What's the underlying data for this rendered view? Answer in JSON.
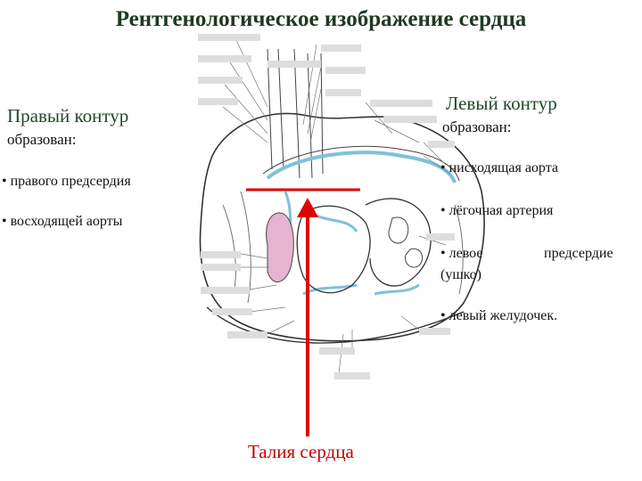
{
  "title": "Рентгенологическое изображение сердца",
  "right_contour": {
    "heading": "Правый контур",
    "subheading": "образован:",
    "items": [
      "• правого предсердия",
      "• восходящей аорты"
    ]
  },
  "left_contour": {
    "heading": "Левый контур",
    "subheading": "образован:",
    "items": [
      "• нисходящая аорта",
      "• лёгочная артерия",
      "• левое",
      "предсердие",
      "(ушко)",
      "• левый желудочек."
    ]
  },
  "annotation": "Талия сердца",
  "colors": {
    "title": "#1e3a22",
    "heading": "#1e4a26",
    "annotation_arrow": "#e00000",
    "vessel_blue": "#7fc1d9",
    "atrium_pink": "#e6b3d0"
  }
}
